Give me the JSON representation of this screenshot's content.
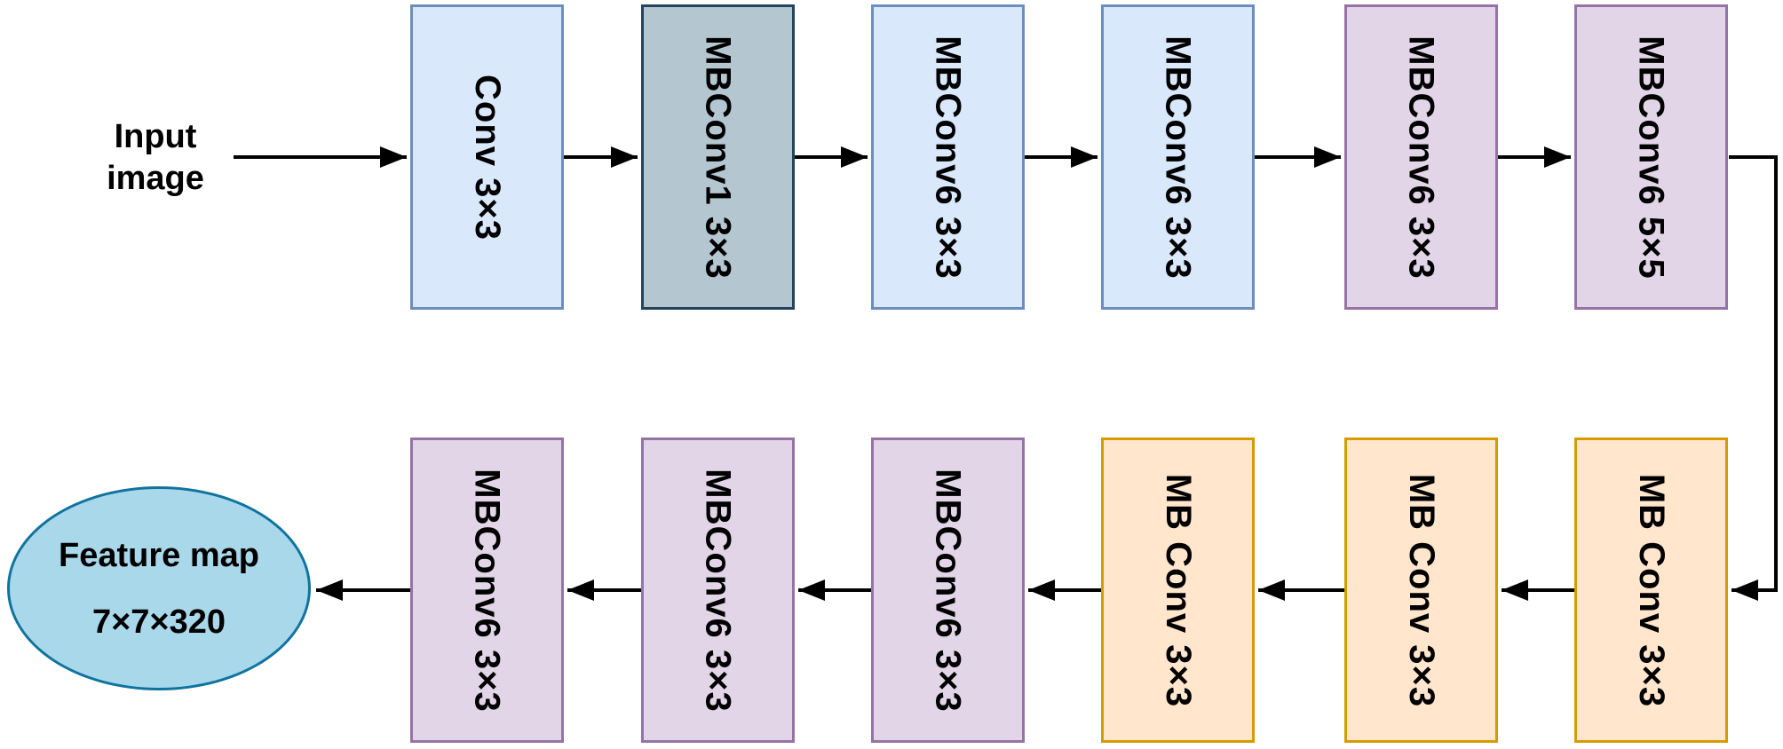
{
  "diagram": {
    "input_label": {
      "line1": "Input",
      "line2": "image"
    },
    "top_row": [
      {
        "label": "Conv 3×3",
        "fill": "#dae8fc",
        "stroke": "#6c8ebf"
      },
      {
        "label": "MBConv1 3×3",
        "fill": "#b4c6d0",
        "stroke": "#23445c"
      },
      {
        "label": "MBConv6 3×3",
        "fill": "#dae8fc",
        "stroke": "#6c8ebf"
      },
      {
        "label": "MBConv6 3×3",
        "fill": "#dae8fc",
        "stroke": "#6c8ebf"
      },
      {
        "label": "MBConv6 3×3",
        "fill": "#e1d5e7",
        "stroke": "#9673a6"
      },
      {
        "label": "MBConv6 5×5",
        "fill": "#e1d5e7",
        "stroke": "#9673a6"
      }
    ],
    "bottom_row": [
      {
        "label": "MBConv6 3×3",
        "fill": "#e1d5e7",
        "stroke": "#9673a6"
      },
      {
        "label": "MBConv6 3×3",
        "fill": "#e1d5e7",
        "stroke": "#9673a6"
      },
      {
        "label": "MBConv6 3×3",
        "fill": "#e1d5e7",
        "stroke": "#9673a6"
      },
      {
        "label": "MB Conv 3×3",
        "fill": "#ffe6cc",
        "stroke": "#d79b00"
      },
      {
        "label": "MB Conv 3×3",
        "fill": "#ffe6cc",
        "stroke": "#d79b00"
      },
      {
        "label": "MB Conv 3×3",
        "fill": "#ffe6cc",
        "stroke": "#d79b00"
      }
    ],
    "output_node": {
      "line1": "Feature map",
      "line2": "7×7×320",
      "fill": "#a8d8ea",
      "stroke": "#10739e"
    },
    "arrow_color": "#000000",
    "flow": "input → top row left-to-right → down → bottom row right-to-left → feature map"
  }
}
